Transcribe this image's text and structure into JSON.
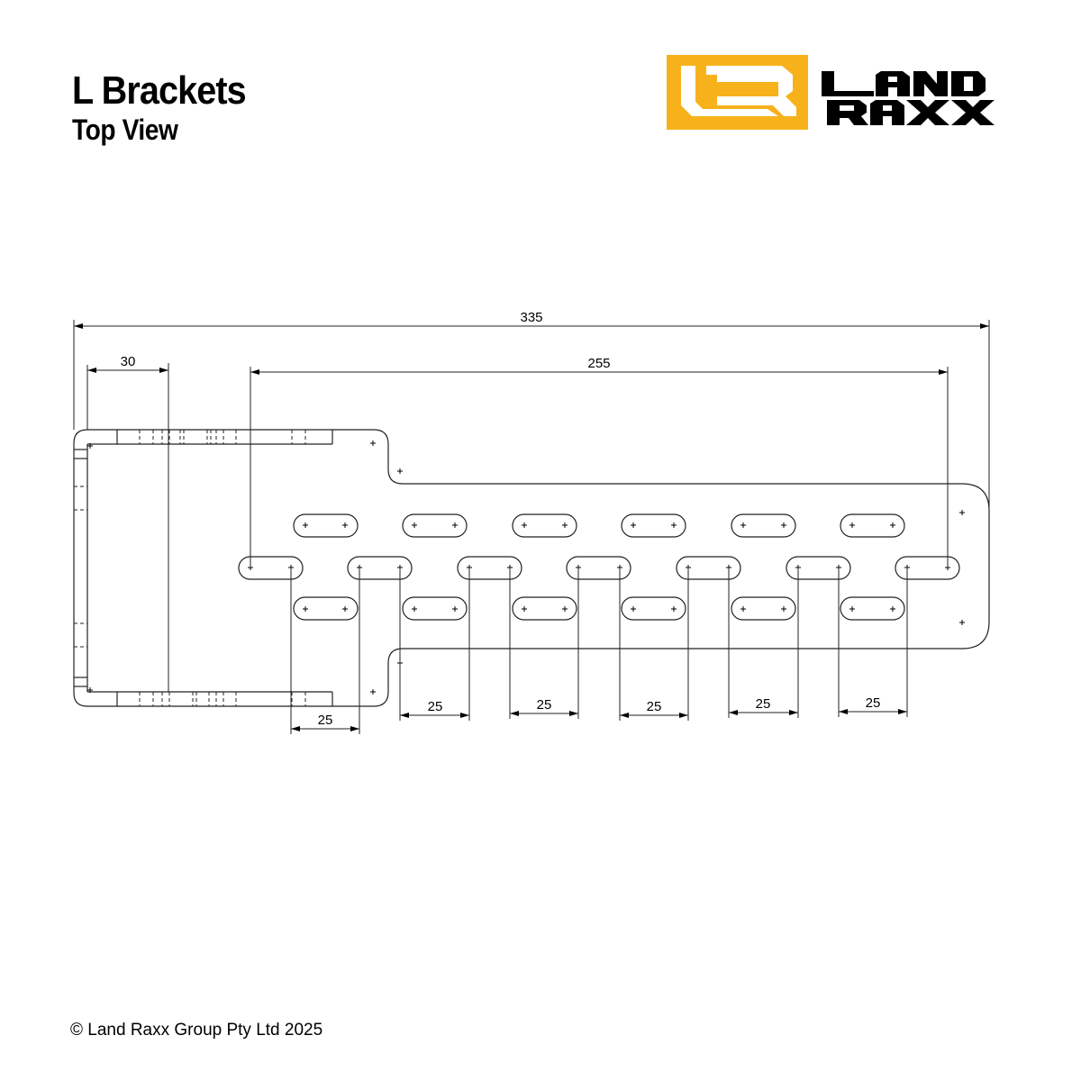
{
  "header": {
    "title": "L Brackets",
    "subtitle": "Top View"
  },
  "logo": {
    "brand_line1": "LAND",
    "brand_line2": "RAXX",
    "accent_color": "#f7b21b",
    "mark": "LR"
  },
  "dimensions": {
    "overall_length": "335",
    "flange_width": "30",
    "slot_span": "255",
    "slot_pitch": [
      "25",
      "25",
      "25",
      "25",
      "25",
      "25"
    ]
  },
  "footer": {
    "copyright": "© Land Raxx Group Pty Ltd 2025"
  }
}
